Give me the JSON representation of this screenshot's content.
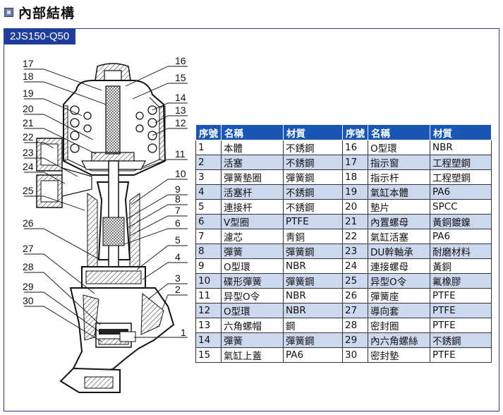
{
  "section_title": "內部結構",
  "model": "2JS150-Q50",
  "colors": {
    "accent": "#1a56b5",
    "tag_bg": "#1f3e9a",
    "row_alt": "#ccd8ee",
    "frame": "#2c3f8c"
  },
  "callouts": {
    "left": [
      "17",
      "18",
      "19",
      "20",
      "21",
      "22",
      "23",
      "24",
      "25",
      "26",
      "27",
      "28",
      "29",
      "30"
    ],
    "right": [
      "16",
      "15",
      "14",
      "13",
      "12",
      "11",
      "10",
      "9",
      "8",
      "7",
      "6",
      "5",
      "4",
      "3",
      "2",
      "1"
    ]
  },
  "table": {
    "headers": [
      "序號",
      "名稱",
      "材質",
      "序號",
      "名稱",
      "材質"
    ],
    "rows": [
      [
        "1",
        "本體",
        "不銹鋼",
        "16",
        "O型環",
        "NBR"
      ],
      [
        "2",
        "活塞",
        "不銹鋼",
        "17",
        "指示窗",
        "工程塑鋼"
      ],
      [
        "3",
        "彈簧墊圈",
        "彈簧鋼",
        "18",
        "指示杆",
        "工程塑鋼"
      ],
      [
        "4",
        "活塞杆",
        "不銹鋼",
        "19",
        "氣缸本體",
        "PA6"
      ],
      [
        "5",
        "連接杆",
        "不銹鋼",
        "20",
        "墊片",
        "SPCC"
      ],
      [
        "6",
        "V型圈",
        "PTFE",
        "21",
        "內置螺母",
        "黃銅鍍鎳"
      ],
      [
        "7",
        "濾芯",
        "靑銅",
        "22",
        "氣缸活塞",
        "PA6"
      ],
      [
        "8",
        "彈簧",
        "彈簧鋼",
        "23",
        "DU幹軸承",
        "耐磨材料"
      ],
      [
        "9",
        "O型環",
        "NBR",
        "24",
        "連接螺母",
        "黃銅"
      ],
      [
        "10",
        "碟形彈簧",
        "彈簧鋼",
        "25",
        "异型O令",
        "氟橡膠"
      ],
      [
        "11",
        "异型O令",
        "NBR",
        "26",
        "彈簧座",
        "PTFE"
      ],
      [
        "12",
        "O型環",
        "NBR",
        "27",
        "導向套",
        "PTFE"
      ],
      [
        "13",
        "六角螺帽",
        "鋼",
        "28",
        "密封圈",
        "PTFE"
      ],
      [
        "14",
        "彈簧",
        "彈簧鋼",
        "29",
        "內六角螺絲",
        "不銹鋼"
      ],
      [
        "15",
        "氣缸上蓋",
        "PA6",
        "30",
        "密封墊",
        "PTFE"
      ]
    ]
  }
}
